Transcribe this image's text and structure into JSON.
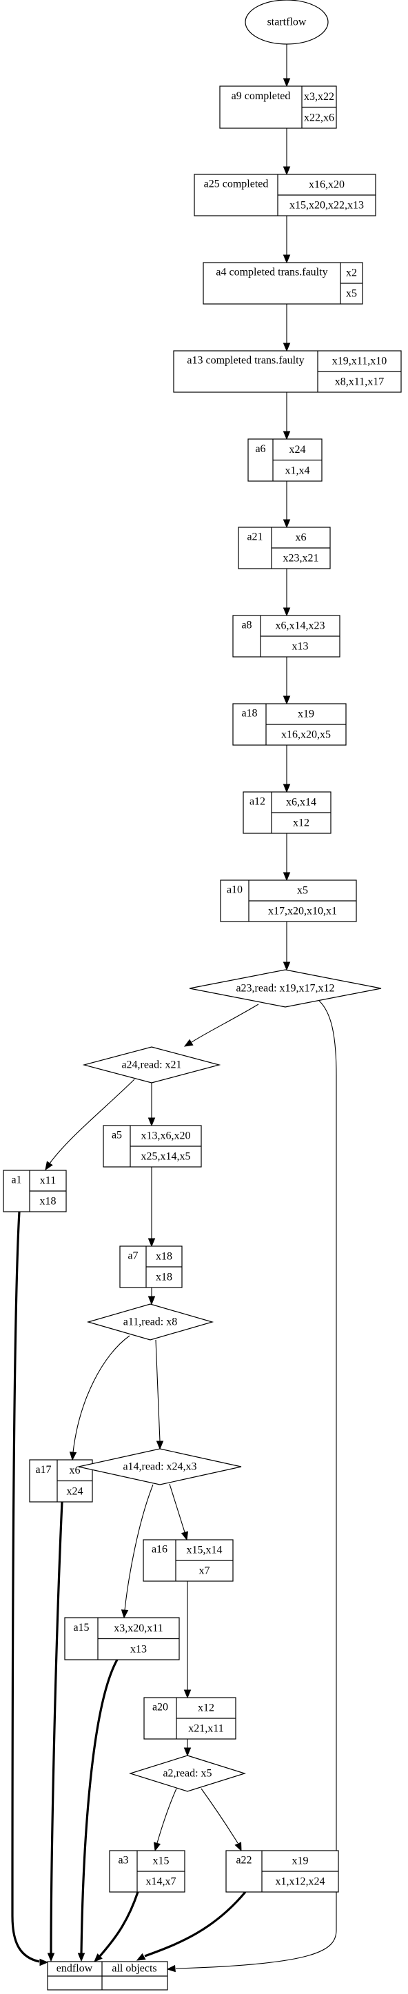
{
  "start": "startflow",
  "nodes": [
    {
      "id": "a9",
      "name": "a9 completed",
      "top": "x3,x22",
      "bottom": "x22,x6"
    },
    {
      "id": "a25",
      "name": "a25 completed",
      "top": "x16,x20",
      "bottom": "x15,x20,x22,x13"
    },
    {
      "id": "a4",
      "name": "a4 completed trans.faulty",
      "top": "x2",
      "bottom": "x5"
    },
    {
      "id": "a13",
      "name": "a13 completed trans.faulty",
      "top": "x19,x11,x10",
      "bottom": "x8,x11,x17"
    },
    {
      "id": "a6",
      "name": "a6",
      "top": "x24",
      "bottom": "x1,x4"
    },
    {
      "id": "a21",
      "name": "a21",
      "top": "x6",
      "bottom": "x23,x21"
    },
    {
      "id": "a8",
      "name": "a8",
      "top": "x6,x14,x23",
      "bottom": "x13"
    },
    {
      "id": "a18",
      "name": "a18",
      "top": "x19",
      "bottom": "x16,x20,x5"
    },
    {
      "id": "a12",
      "name": "a12",
      "top": "x6,x14",
      "bottom": "x12"
    },
    {
      "id": "a10",
      "name": "a10",
      "top": "x5",
      "bottom": "x17,x20,x10,x1"
    },
    {
      "id": "a5",
      "name": "a5",
      "top": "x13,x6,x20",
      "bottom": "x25,x14,x5"
    },
    {
      "id": "a1",
      "name": "a1",
      "top": "x11",
      "bottom": "x18"
    },
    {
      "id": "a7",
      "name": "a7",
      "top": "x18",
      "bottom": "x18"
    },
    {
      "id": "a17",
      "name": "a17",
      "top": "x6",
      "bottom": "x24"
    },
    {
      "id": "a16",
      "name": "a16",
      "top": "x15,x14",
      "bottom": "x7"
    },
    {
      "id": "a15",
      "name": "a15",
      "top": "x3,x20,x11",
      "bottom": "x13"
    },
    {
      "id": "a20",
      "name": "a20",
      "top": "x12",
      "bottom": "x21,x11"
    },
    {
      "id": "a3",
      "name": "a3",
      "top": "x15",
      "bottom": "x14,x7"
    },
    {
      "id": "a22",
      "name": "a22",
      "top": "x19",
      "bottom": "x1,x12,x24"
    }
  ],
  "decisions": [
    {
      "id": "a23",
      "label": "a23,read: x19,x17,x12"
    },
    {
      "id": "a24",
      "label": "a24,read: x21"
    },
    {
      "id": "a11",
      "label": "a11,read: x8"
    },
    {
      "id": "a14",
      "label": "a14,read: x24,x3"
    },
    {
      "id": "a2",
      "label": "a2,read: x5"
    }
  ],
  "end": {
    "left": "endflow",
    "right": "all objects"
  }
}
